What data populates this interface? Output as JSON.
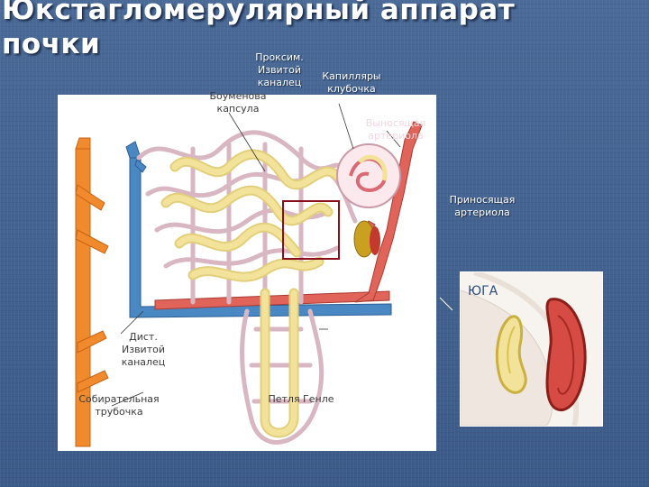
{
  "title": "Юкстагломерулярный аппарат\nпочки",
  "labels": {
    "proximal_tubule": "Проксим.\nИзвитой\nканалец",
    "glomerular_capillaries": "Капилляры\nклубочка",
    "bowman_capsule": "Боуменова\nкапсула",
    "efferent_arteriole": "Выносящая\nартериола",
    "afferent_arteriole": "Приносящая\nартериола",
    "distal_tubule": "Дист.\nИзвитой\nканалец",
    "collecting_duct": "Собирательная\nтрубочка",
    "loop_of_henle": "Петля Генле"
  },
  "inset": {
    "label": "ЮГА"
  },
  "colors": {
    "background": "#3f5f8e",
    "tubule_yellow": "#f3e29a",
    "capillary_pink": "#d9b7c2",
    "artery_red": "#e0645a",
    "vein_blue": "#4a88c4",
    "collecting_orange": "#f08a2c",
    "highlight_box": "#8b0f1a"
  }
}
